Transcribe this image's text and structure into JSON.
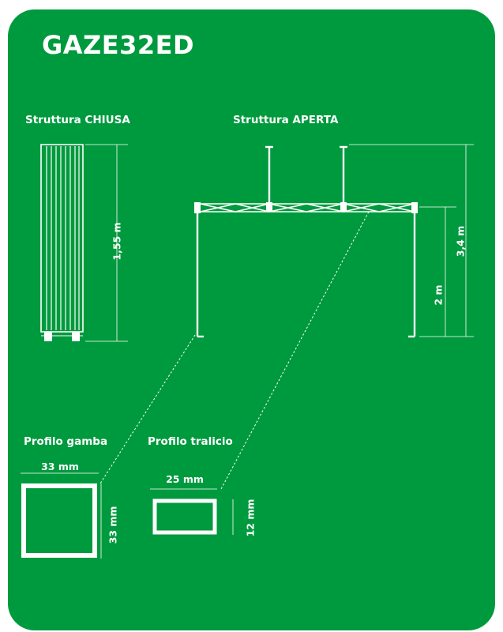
{
  "title": "GAZE32ED",
  "closed": {
    "label": "Struttura CHIUSA",
    "height": "1,55 m"
  },
  "open": {
    "label": "Struttura APERTA",
    "leg_height": "2 m",
    "total_height": "3,4 m"
  },
  "leg_profile": {
    "label": "Profilo gamba",
    "width": "33 mm",
    "height": "33 mm"
  },
  "truss_profile": {
    "label": "Profilo tralicio",
    "width": "25 mm",
    "height": "12 mm"
  },
  "colors": {
    "background": "#009a3e",
    "lines": "#ffffff"
  }
}
